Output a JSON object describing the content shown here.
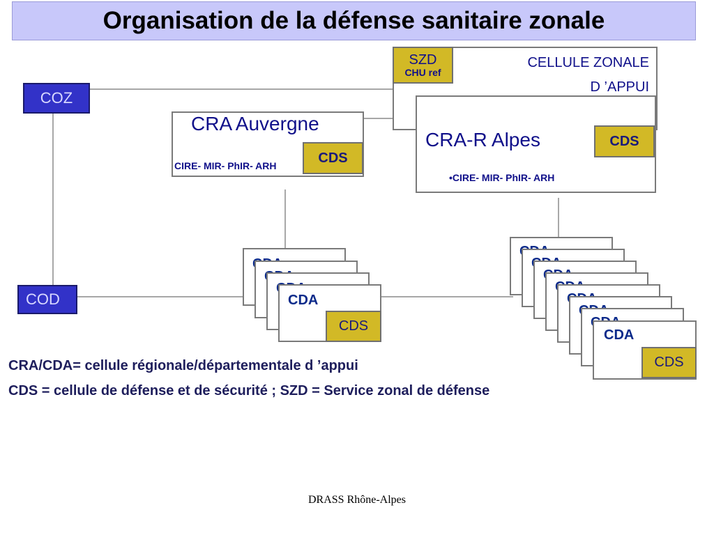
{
  "title": "Organisation de la défense sanitaire zonale",
  "coz": "COZ",
  "cod": "COD",
  "czp": {
    "szd": "SZD",
    "chu": "CHU ref",
    "line1": "CELLULE ZONALE",
    "line2": "D ’APPUI"
  },
  "cra_auvergne": {
    "title": "CRA Auvergne",
    "sub": "CIRE- MIR- PhIR- ARH",
    "cds": "CDS"
  },
  "cra_alpes": {
    "title": "CRA-R Alpes",
    "sub": "•CIRE- MIR- PhIR- ARH",
    "cds": "CDS"
  },
  "cda": {
    "label": "CDA",
    "cds": "CDS"
  },
  "legend": {
    "line1": "CRA/CDA= cellule  régionale/départementale d ’appui",
    "line2": "CDS = cellule de défense et de sécurité ; SZD = Service zonal de défense"
  },
  "footer": "DRASS Rhône-Alpes",
  "colors": {
    "title_bg": "#c8c8fa",
    "blue_box": "#3232c8",
    "cds": "#d2b926",
    "cda_text": "#0a2a8a"
  }
}
